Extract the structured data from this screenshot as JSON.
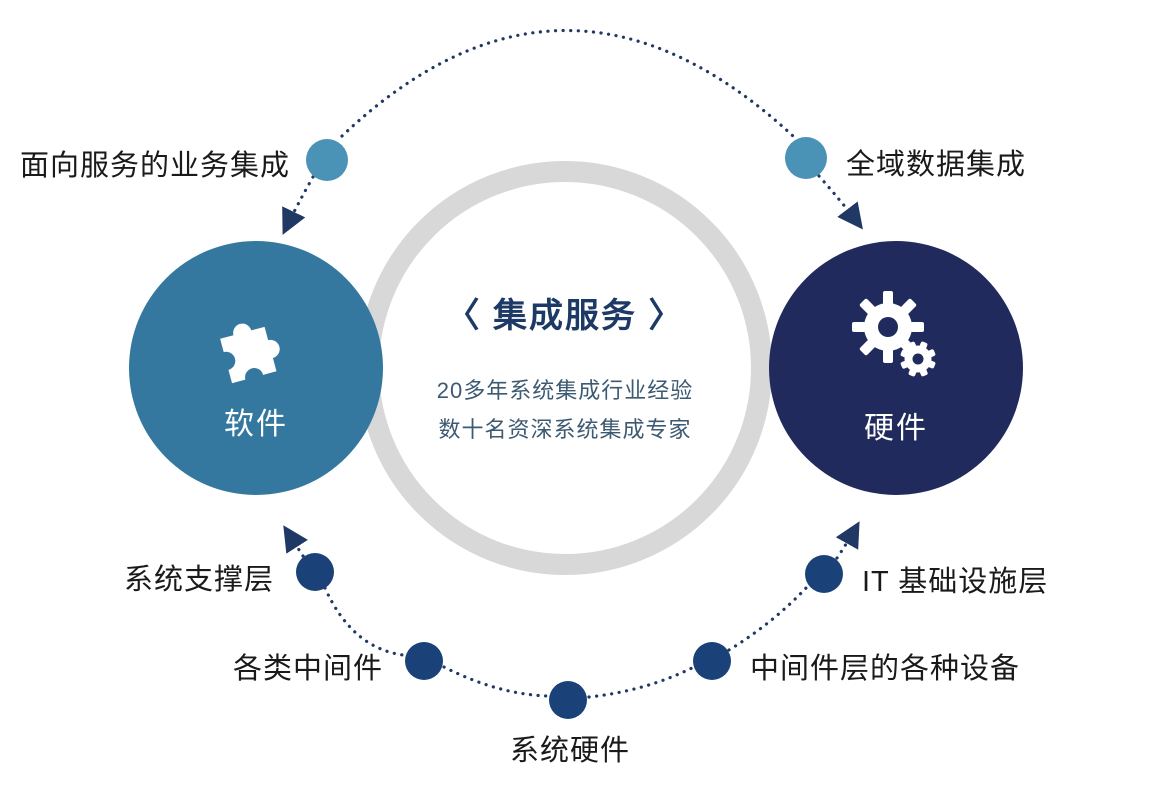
{
  "diagram": {
    "center": {
      "title": "〈 集成服务 〉",
      "subtitle_line1": "20多年系统集成行业经验",
      "subtitle_line2": "数十名资深系统集成专家"
    },
    "left_node": {
      "label": "软件",
      "icon": "puzzle-icon"
    },
    "right_node": {
      "label": "硬件",
      "icon": "gears-icon"
    },
    "satellites": {
      "top_left": "面向服务的业务集成",
      "top_right": "全域数据集成",
      "bottom_left_1": "系统支撑层",
      "bottom_left_2": "各类中间件",
      "bottom_center": "系统硬件",
      "bottom_right_2": "中间件层的各种设备",
      "bottom_right_1": "IT 基础设施层"
    },
    "colors": {
      "teal_circle": "#35789f",
      "teal_dot": "#4b92b7",
      "navy_circle": "#202a5c",
      "navy_dot": "#1b4278",
      "ring_gray": "#d8d8d8",
      "title_navy": "#1d3a66",
      "subtitle_blue_gray": "#3d5a72",
      "connector_navy": "#1f3864",
      "label_text": "#1a1a1a"
    }
  }
}
